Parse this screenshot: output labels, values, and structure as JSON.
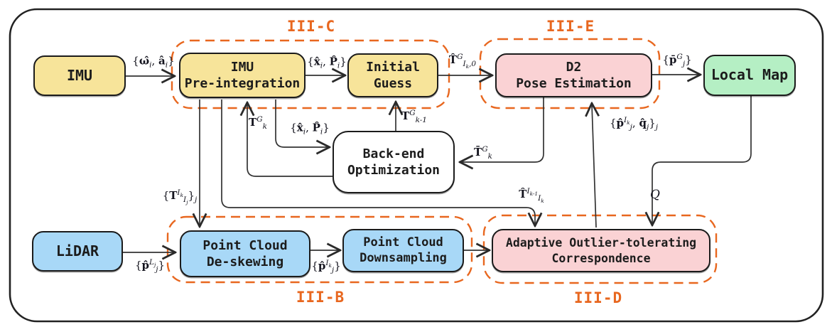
{
  "colors": {
    "yellow": "#f7e49a",
    "blue": "#a8d8f7",
    "pink": "#fad2d4",
    "green": "#b5efc4",
    "orange": "#e8671f",
    "ink": "#1b1b1b"
  },
  "sections": {
    "iii_c": "III-C",
    "iii_e": "III-E",
    "iii_b": "III-B",
    "iii_d": "III-D"
  },
  "nodes": {
    "imu": {
      "label": "IMU"
    },
    "preintegration": {
      "line1": "IMU",
      "line2": "Pre-integration"
    },
    "initial_guess": {
      "line1": "Initial",
      "line2": "Guess"
    },
    "d2_pose": {
      "line1": "D2",
      "line2": "Pose Estimation"
    },
    "local_map": {
      "label": "Local Map"
    },
    "backend": {
      "line1": "Back-end",
      "line2": "Optimization"
    },
    "lidar": {
      "label": "LiDAR"
    },
    "deskew": {
      "line1": "Point Cloud",
      "line2": "De-skewing"
    },
    "downsample": {
      "line1": "Point Cloud",
      "line2": "Downsampling"
    },
    "correspondence": {
      "line1": "Adaptive Outlier-tolerating",
      "line2": "Correspondence"
    }
  },
  "edge_labels": {
    "imu_meas": "{<b>ω̂</b><sub>i</sub>, <b>â</b><sub>i</sub>}",
    "state_cov_top": "{<b>x̂</b><sub>i</sub>, <b>P̂</b><sub>i</sub>}",
    "init_pose": "<b>T̂</b><sup>G</sup><sub>I<sub>k</sub>,0</sub>",
    "map_points": "{<b>p̄</b><sup>G</sup><sub>j</sub>}",
    "opt_pose_k": "<b>T</b><sup>G</sup><sub>k</sub>",
    "state_cov_backend": "{<b>x̂</b><sub>i</sub>, <b>P̂</b><sub>i</sub>}",
    "opt_pose_prev": "<b>T</b><sup>G</sup><sub>k-1</sub>",
    "d2_pose_out": "<b>T̄</b><sup>G</sup><sub>k</sub>",
    "corr_pairs": "{<b>p̂</b><sup>I<sub>k</sub></sup><sub>j</sub>, <b>q̂</b><sub>j</sub>}<sub>j</sub>",
    "rel_poses": "{<b>T</b><sup>I<sub>k</sub></sup><sub>I<sub>j</sub></sub>}<sub>j</sub>",
    "rel_pose_pred": "<b>T̂</b><sup>I<sub>k-1</sub></sup><sub>I<sub>k</sub></sub>",
    "map_query": "<i>Q</i>",
    "lidar_points": "{<b>p̂</b><sup>L<sub>j</sub></sup><sub>j</sub>}",
    "imu_frame_points": "{<b>p̂</b><sup>I<sub>k</sub></sup><sub>j</sub>}"
  }
}
